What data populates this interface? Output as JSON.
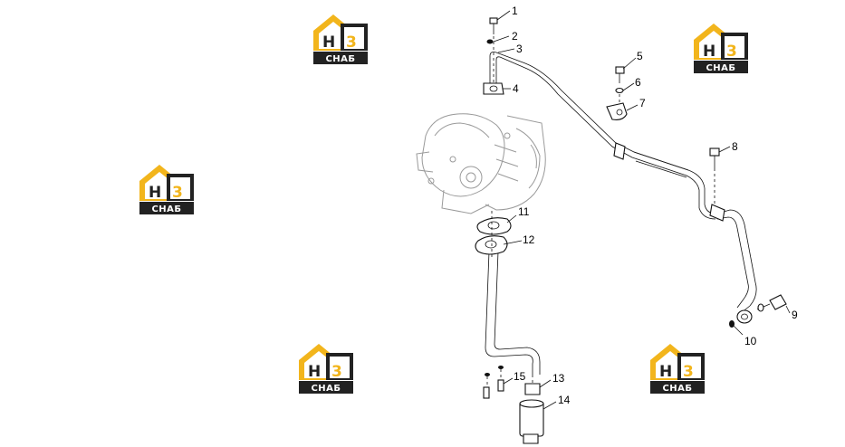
{
  "logos": [
    {
      "h_letter": "H",
      "three": "3",
      "word": "СНАБ"
    },
    {
      "h_letter": "H",
      "three": "3",
      "word": "СНАБ"
    },
    {
      "h_letter": "H",
      "three": "3",
      "word": "СНАБ"
    },
    {
      "h_letter": "H",
      "three": "3",
      "word": "СНАБ"
    },
    {
      "h_letter": "H",
      "three": "3",
      "word": "СНАБ"
    }
  ],
  "colors": {
    "logo_yellow": "#F2B51C",
    "logo_dark": "#222222",
    "line": "#111111"
  },
  "callouts": [
    "1",
    "2",
    "3",
    "4",
    "5",
    "6",
    "7",
    "8",
    "9",
    "10",
    "11",
    "12",
    "13",
    "14",
    "15"
  ]
}
